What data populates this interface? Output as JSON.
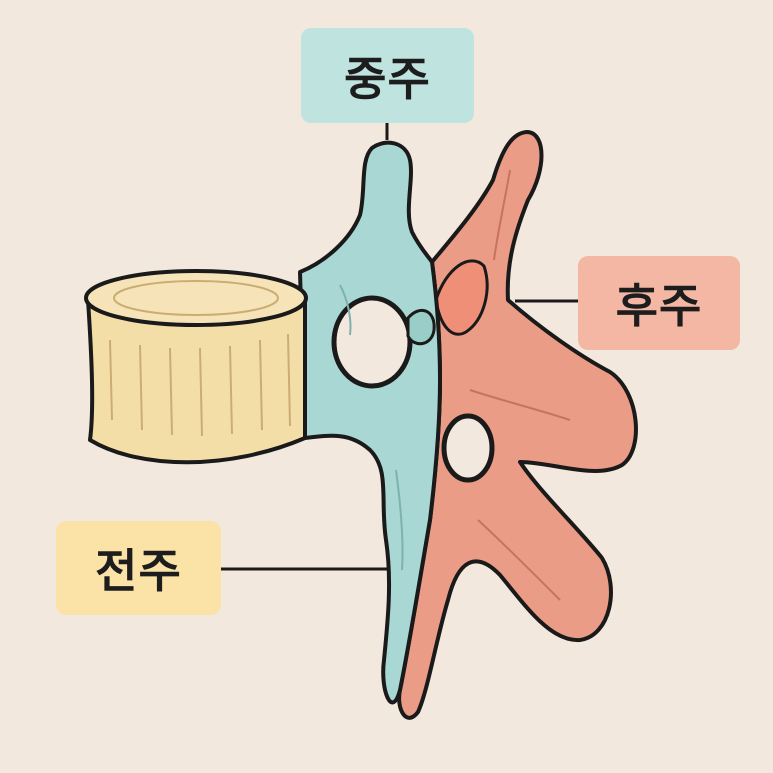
{
  "labels": {
    "middle": "중주",
    "posterior": "후주",
    "anterior": "전주"
  },
  "colors": {
    "background": "#f2e8dd",
    "anterior_column": "#f4dea8",
    "middle_column": "#a9d7d3",
    "posterior_column": "#ea9c86",
    "outline": "#1a1a1a"
  }
}
